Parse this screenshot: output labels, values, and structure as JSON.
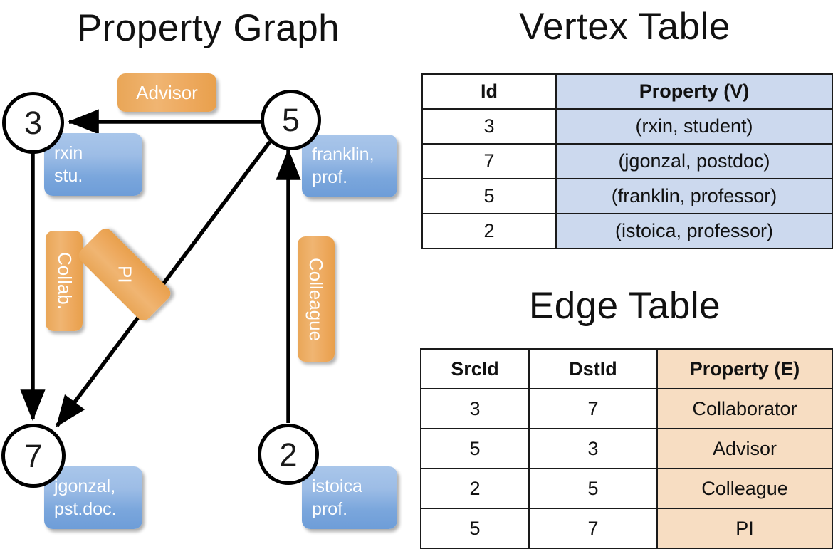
{
  "titles": {
    "graph": "Property Graph",
    "vertex_table": "Vertex Table",
    "edge_table": "Edge Table"
  },
  "graph": {
    "nodes": [
      {
        "id": "3",
        "label": "3",
        "property_lines": [
          "rxin",
          "stu."
        ]
      },
      {
        "id": "5",
        "label": "5",
        "property_lines": [
          "franklin,",
          "prof."
        ]
      },
      {
        "id": "7",
        "label": "7",
        "property_lines": [
          "jgonzal,",
          "pst.doc."
        ]
      },
      {
        "id": "2",
        "label": "2",
        "property_lines": [
          "istoica",
          "prof."
        ]
      }
    ],
    "edge_labels": [
      {
        "name": "advisor",
        "text": "Advisor",
        "orientation": "horizontal"
      },
      {
        "name": "collab",
        "text": "Collab.",
        "orientation": "vertical"
      },
      {
        "name": "pi",
        "text": "PI",
        "orientation": "diagonal"
      },
      {
        "name": "colleague",
        "text": "Colleague",
        "orientation": "vertical"
      }
    ],
    "edges": [
      {
        "from": "5",
        "to": "3",
        "label": "Advisor"
      },
      {
        "from": "3",
        "to": "7",
        "label": "Collab."
      },
      {
        "from": "5",
        "to": "7",
        "label": "PI"
      },
      {
        "from": "2",
        "to": "5",
        "label": "Colleague"
      }
    ]
  },
  "vertex_table": {
    "headers": [
      "Id",
      "Property (V)"
    ],
    "rows": [
      {
        "id": "3",
        "property": "(rxin, student)"
      },
      {
        "id": "7",
        "property": "(jgonzal, postdoc)"
      },
      {
        "id": "5",
        "property": "(franklin, professor)"
      },
      {
        "id": "2",
        "property": "(istoica, professor)"
      }
    ]
  },
  "edge_table": {
    "headers": [
      "SrcId",
      "DstId",
      "Property (E)"
    ],
    "rows": [
      {
        "src": "3",
        "dst": "7",
        "property": "Collaborator"
      },
      {
        "src": "5",
        "dst": "3",
        "property": "Advisor"
      },
      {
        "src": "2",
        "dst": "5",
        "property": "Colleague"
      },
      {
        "src": "5",
        "dst": "7",
        "property": "PI"
      }
    ]
  },
  "colors": {
    "vertex_property_box": "#7aa6dc",
    "edge_label_box": "#eaa css",
    "vertex_table_highlight": "#ccd9ee",
    "edge_table_highlight": "#f7ddc2",
    "stroke": "#000000"
  }
}
